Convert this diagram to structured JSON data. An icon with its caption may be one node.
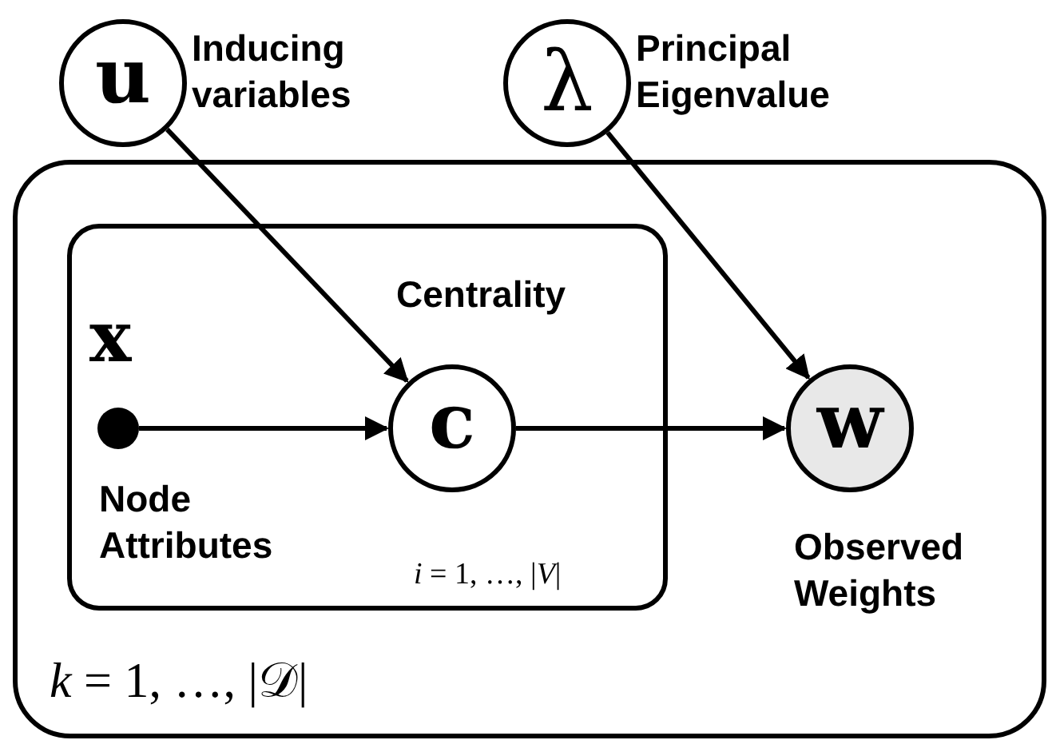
{
  "diagram": {
    "nodes": [
      {
        "text": [
          "u"
        ],
        "beside": [
          "Inducing variables"
        ]
      },
      {
        "text": [
          "λ"
        ],
        "beside": [
          "Principal Eigenvalue"
        ]
      },
      {
        "text": [
          "*k* = 1, …, |𝒟|"
        ]
      },
      {
        "text": [
          "*i* = 1, …, |*V*|"
        ],
        "in": 2
      },
      {
        "text": [],
        "shape": "circle",
        "in": 3,
        "beside": [
          "x",
          "Node Attributes"
        ]
      },
      {
        "text": [
          "c"
        ],
        "in": 3,
        "beside": [
          "Centrality"
        ]
      },
      {
        "text": [
          "w"
        ],
        "in": 2,
        "beside": [
          "Observed Weights"
        ]
      }
    ],
    "edges": [
      {
        "from": 0,
        "to": 5,
        "arrow": "to"
      },
      {
        "from": 1,
        "to": 6,
        "arrow": "to"
      },
      {
        "from": 4,
        "to": 5,
        "arrow": "to"
      },
      {
        "from": 5,
        "to": 6,
        "arrow": "to"
      }
    ]
  }
}
